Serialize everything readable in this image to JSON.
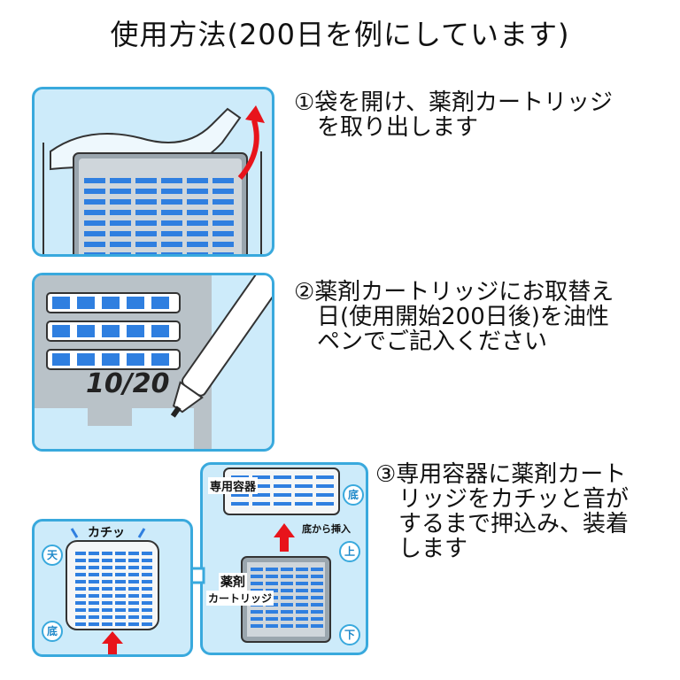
{
  "title": "使用方法(200日を例にしています)",
  "steps": [
    {
      "text": "①袋を開け、薬剤カートリッジ\n　を取り出します"
    },
    {
      "text": "②薬剤カートリッジにお取替え\n　日(使用開始200日後)を油性\n　ペンでご記入ください"
    },
    {
      "text": "③専用容器に薬剤カート\n　リッジをカチッと音が\n　するまで押込み、装着\n　します"
    }
  ],
  "panel2": {
    "date": "10/20"
  },
  "panel3": {
    "container_label": "専用容器",
    "bottom_badge": "底",
    "insert_label": "底から挿入",
    "top_badge": "上",
    "bottom_badge2": "下",
    "cartridge_label_1": "薬剤",
    "cartridge_label_2": "カートリッジ",
    "click_label": "カチッ",
    "heaven_badge": "天",
    "floor_badge": "底"
  },
  "colors": {
    "accent": "#39a9dd",
    "panel_bg": "#cdebfa",
    "arrow_red": "#e8141b",
    "slot_blue": "#2f7fe0"
  }
}
